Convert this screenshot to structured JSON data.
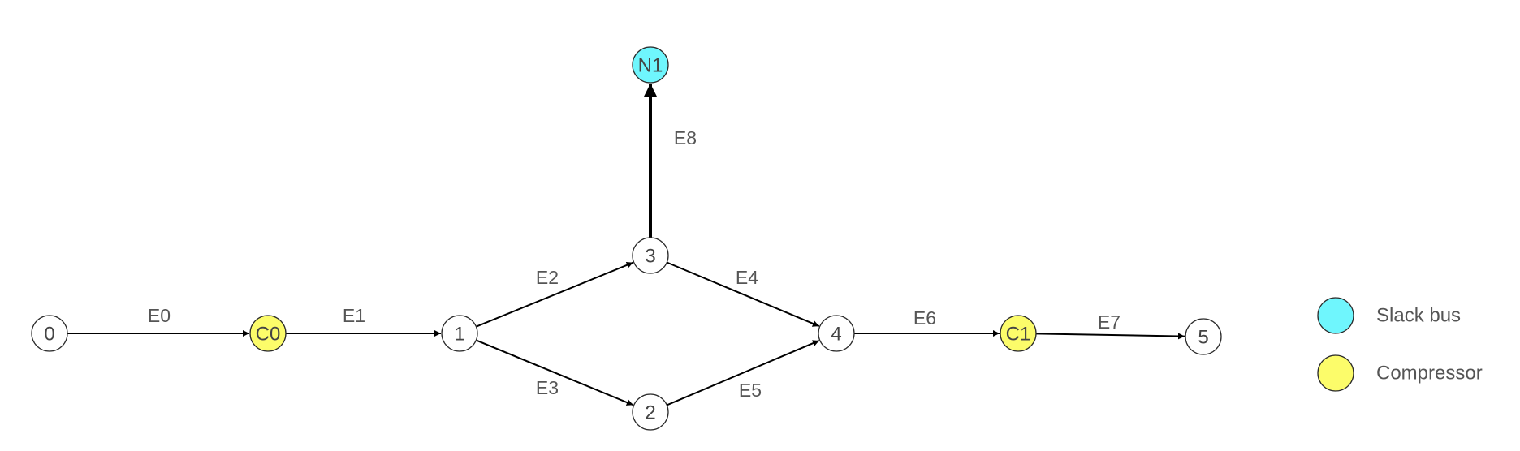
{
  "colors": {
    "plain": "#ffffff",
    "slack": "#6ff6fd",
    "compressor": "#fcfc6a",
    "edge": "#000000"
  },
  "nodes": [
    {
      "id": "0",
      "label": "0",
      "kind": "plain"
    },
    {
      "id": "C0",
      "label": "C0",
      "kind": "compressor"
    },
    {
      "id": "1",
      "label": "1",
      "kind": "plain"
    },
    {
      "id": "3",
      "label": "3",
      "kind": "plain"
    },
    {
      "id": "2",
      "label": "2",
      "kind": "plain"
    },
    {
      "id": "4",
      "label": "4",
      "kind": "plain"
    },
    {
      "id": "C1",
      "label": "C1",
      "kind": "compressor"
    },
    {
      "id": "5",
      "label": "5",
      "kind": "plain"
    },
    {
      "id": "N1",
      "label": "N1",
      "kind": "slack"
    }
  ],
  "edges": [
    {
      "id": "E0",
      "label": "E0",
      "from": "0",
      "to": "C0"
    },
    {
      "id": "E1",
      "label": "E1",
      "from": "C0",
      "to": "1"
    },
    {
      "id": "E2",
      "label": "E2",
      "from": "1",
      "to": "3"
    },
    {
      "id": "E3",
      "label": "E3",
      "from": "1",
      "to": "2"
    },
    {
      "id": "E4",
      "label": "E4",
      "from": "3",
      "to": "4"
    },
    {
      "id": "E5",
      "label": "E5",
      "from": "2",
      "to": "4"
    },
    {
      "id": "E6",
      "label": "E6",
      "from": "4",
      "to": "C1"
    },
    {
      "id": "E7",
      "label": "E7",
      "from": "C1",
      "to": "5"
    },
    {
      "id": "E8",
      "label": "E8",
      "from": "3",
      "to": "N1",
      "emphasis": true
    }
  ],
  "legend": [
    {
      "label": "Slack bus",
      "kind": "slack"
    },
    {
      "label": "Compressor",
      "kind": "compressor"
    }
  ]
}
